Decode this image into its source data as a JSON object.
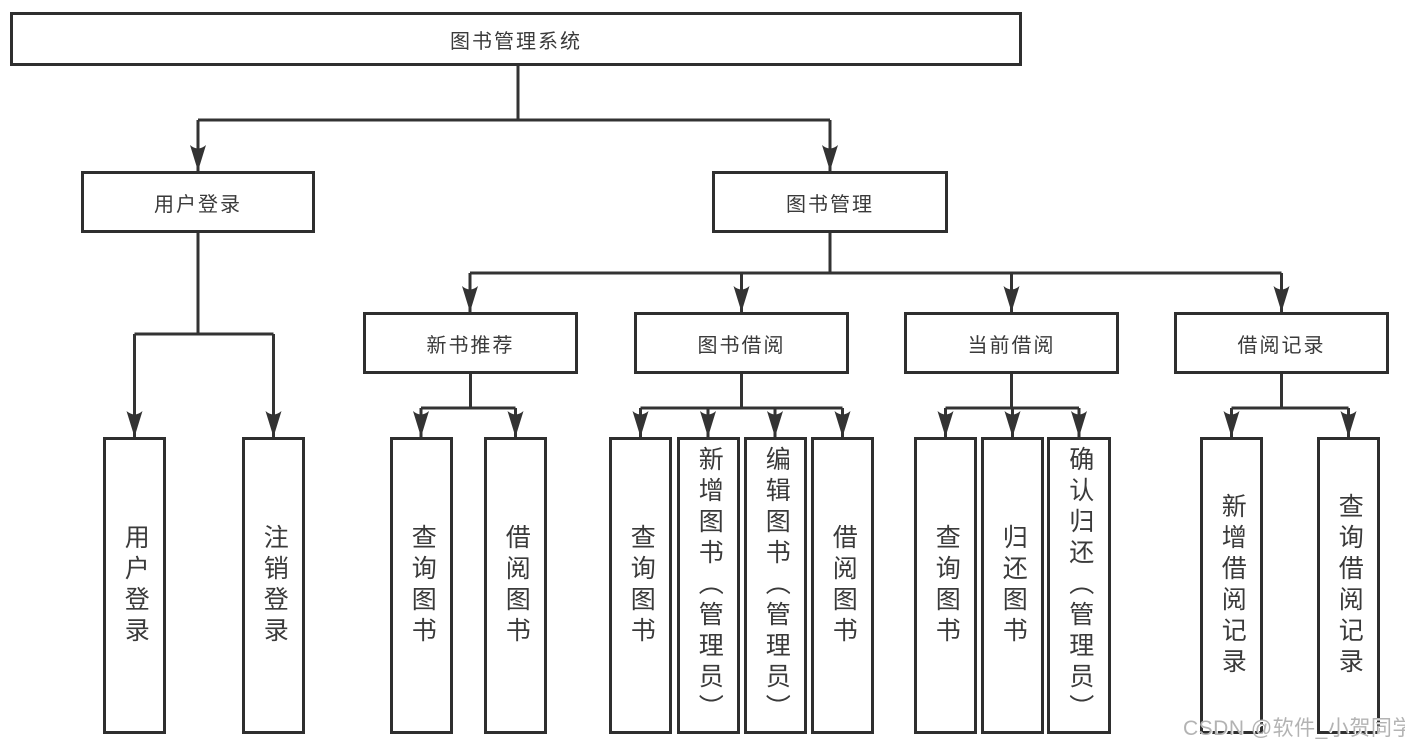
{
  "diagram_title": "图书管理系统",
  "tree": {
    "root": {
      "label": "图书管理系统",
      "children": [
        {
          "label": "用户登录",
          "children": [
            {
              "label": "用户登录"
            },
            {
              "label": "注销登录"
            }
          ]
        },
        {
          "label": "图书管理",
          "children": [
            {
              "label": "新书推荐",
              "children": [
                {
                  "label": "查询图书"
                },
                {
                  "label": "借阅图书"
                }
              ]
            },
            {
              "label": "图书借阅",
              "children": [
                {
                  "label": "查询图书"
                },
                {
                  "label": "新增图书（管理员）"
                },
                {
                  "label": "编辑图书（管理员）"
                },
                {
                  "label": "借阅图书"
                }
              ]
            },
            {
              "label": "当前借阅",
              "children": [
                {
                  "label": "查询图书"
                },
                {
                  "label": "归还图书"
                },
                {
                  "label": "确认归还（管理员）"
                }
              ]
            },
            {
              "label": "借阅记录",
              "children": [
                {
                  "label": "新增借阅记录"
                },
                {
                  "label": "查询借阅记录"
                }
              ]
            }
          ]
        }
      ]
    }
  },
  "watermark": {
    "text": "CSDN @软件_小贺同学"
  },
  "colors": {
    "line": "#333333",
    "box_border": "#2f2f2f",
    "text": "#3a3a3a",
    "watermark": "#b3b3b3",
    "background": "#ffffff"
  }
}
